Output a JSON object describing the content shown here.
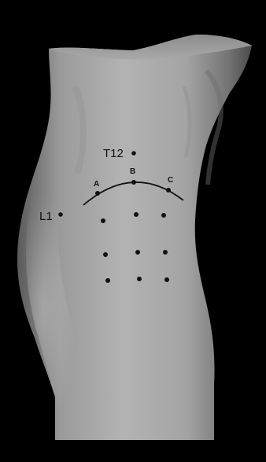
{
  "figure": {
    "background_color": "#000000",
    "torso_color": "#a6a6a6",
    "marker_color": "#111111"
  },
  "landmarks": {
    "t12": "T12",
    "l1": "L1"
  },
  "arc_points": {
    "a": "A",
    "b": "B",
    "c": "C"
  },
  "grid": {
    "rows": 3,
    "columns": 3
  }
}
